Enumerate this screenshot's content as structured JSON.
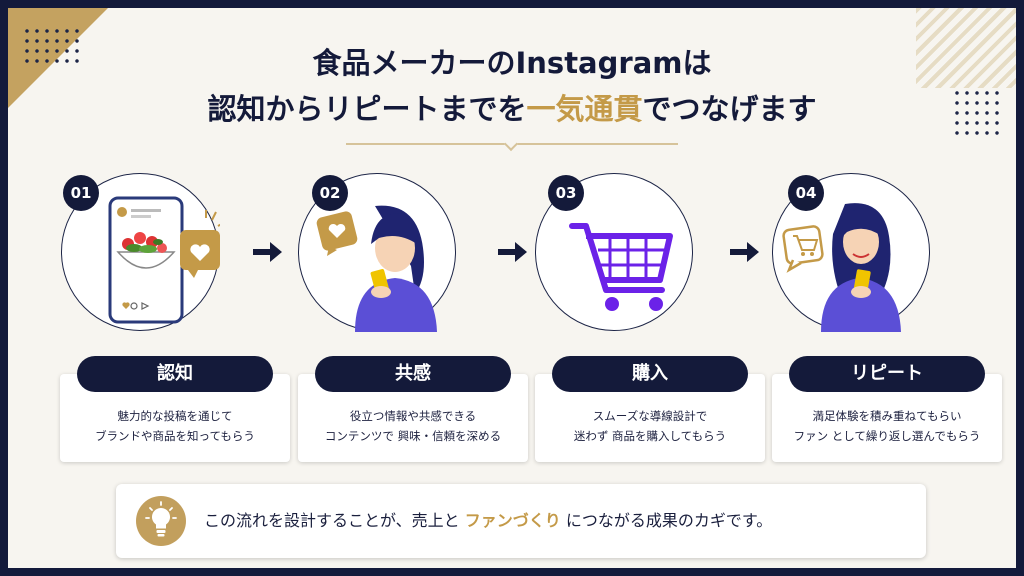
{
  "title": {
    "line1": "食品メーカーのInstagramは",
    "line2_before": "認知からリピートまでを",
    "line2_highlight": "一気通貫",
    "line2_after": "でつなげます"
  },
  "steps": [
    {
      "number": "01",
      "label": "認知",
      "desc": [
        "魅力的な投稿を通じて",
        "ブランドや商品を知ってもらう"
      ],
      "icon": "smartphone-post-icon"
    },
    {
      "number": "02",
      "label": "共感",
      "desc": [
        "役立つ情報や共感できる",
        "コンテンツで 興味・信頼を深める"
      ],
      "icon": "woman-phone-heart-icon"
    },
    {
      "number": "03",
      "label": "購入",
      "desc": [
        "スムーズな導線設計で",
        "迷わず 商品を購入してもらう"
      ],
      "icon": "shopping-cart-icon"
    },
    {
      "number": "04",
      "label": "リピート",
      "desc": [
        "満足体験を積み重ねてもらい",
        "ファン として繰り返し選んでもらう"
      ],
      "icon": "woman-phone-cart-icon"
    }
  ],
  "bottom": {
    "before": "この流れを設計することが、売上と",
    "highlight": "ファンづくり",
    "after": "につながる成果のカギです。",
    "icon": "lightbulb-icon"
  },
  "colors": {
    "navy": "#141a3a",
    "gold": "#c49a48",
    "purple": "#5b4fd6",
    "background": "#f7f5f0"
  }
}
